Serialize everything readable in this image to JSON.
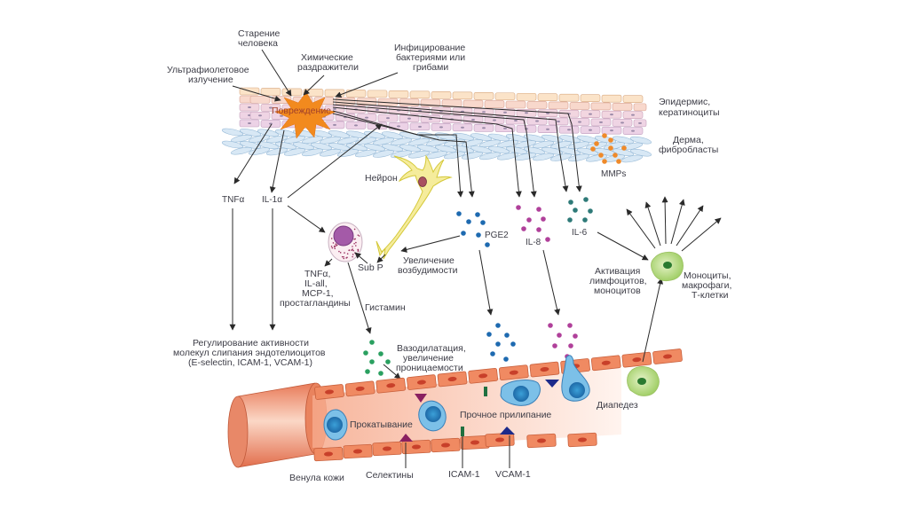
{
  "title": "Воспаление кожи: повреждение и клеточный ответ",
  "stimuli": {
    "aging": [
      "Старение",
      "человека"
    ],
    "chemical": [
      "Химические",
      "раздражители"
    ],
    "infection": [
      "Инфицирование",
      "бактериями или",
      "грибами"
    ],
    "uv": [
      "Ультрафиолетовое",
      "излучение"
    ]
  },
  "damage_label": "Повреждение",
  "layers": {
    "epidermis": [
      "Эпидермис,",
      "кератиноциты"
    ],
    "dermis": [
      "Дерма,",
      "фибробласты"
    ]
  },
  "mediators": {
    "tnf": "TNFα",
    "il1": "IL-1α",
    "pge2": "PGE2",
    "il8": "IL-8",
    "il6": "IL-6",
    "mmps": "MMPs",
    "subp": "Sub P",
    "histamine": "Гистамин"
  },
  "neuron_label": "Нейрон",
  "excitability": [
    "Увеличение",
    "возбудимости"
  ],
  "mast_products": [
    "TNFα,",
    "IL-all,",
    "MCP-1,",
    "простагландины"
  ],
  "regulation": [
    "Регулирование активности",
    "молекул слипания эндотелиоцитов",
    "(E-selectin, ICAM-1, VCAM-1)"
  ],
  "vasodilation": [
    "Вазодилатация,",
    "увеличение",
    "проницаемости"
  ],
  "activation": [
    "Активация",
    "лимфоцитов,",
    "моноцитов"
  ],
  "immune_cells": [
    "Моноциты,",
    "макрофаги,",
    "Т-клетки"
  ],
  "vessel": {
    "rolling": "Прокатывание",
    "firm_adhesion": "Прочное прилипание",
    "diapedesis": "Диапедез",
    "venule": "Венула кожи",
    "selectins": "Селектины",
    "icam": "ICAM-1",
    "vcam": "VCAM-1"
  },
  "colors": {
    "damage": "#f28a1e",
    "pge2_dots": "#1e6ab0",
    "il8_dots": "#b0409a",
    "il6_dots": "#2e7a78",
    "mmp_dots": "#ef8a2a",
    "histamine_dots": "#2aa060",
    "vessel": "#ef8a66",
    "leukocyte": "#5aa8d8",
    "lymphocyte": "#a8d070"
  }
}
